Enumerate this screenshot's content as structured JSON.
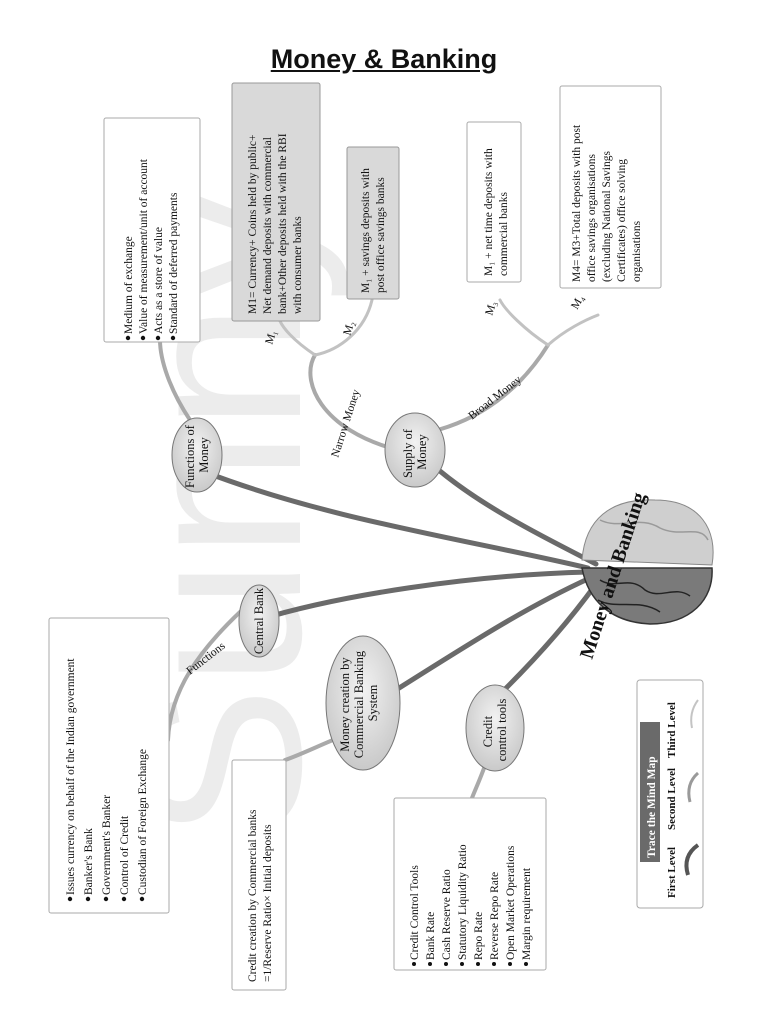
{
  "title": "Money & Banking",
  "center": "Money and Banking",
  "watermark": "Sunny",
  "nodes": {
    "functions_of_money": [
      "Functions of",
      "Money"
    ],
    "supply_of_money": [
      "Supply of",
      "Money"
    ],
    "central_bank": [
      "Central Bank"
    ],
    "money_creation": [
      "Money creation by",
      "Commercial Banking",
      "System"
    ],
    "credit_control": [
      "Credit",
      "control tools"
    ]
  },
  "edges": {
    "narrow_money": "Narrow Money",
    "broad_money": "Broad Money",
    "functions": "Functions",
    "m1": "M₁",
    "m2": "M₂",
    "m3": "M₃",
    "m4": "M₄"
  },
  "boxes": {
    "functions_of_money": [
      "Medium of exchange",
      "Value of measurement/unit of account",
      "Acts as a store of value",
      "Standard of deferred payments"
    ],
    "m1": [
      "M1= Currency+ Coins held by public+",
      "Net demand deposits with commercial",
      "bank+Other deposits held with the RBI",
      "with consumer banks"
    ],
    "m2": [
      "M₁ + savings deposits with",
      "post office savings banks"
    ],
    "m3": [
      "M₁ + net time deposits with",
      "commercial banks"
    ],
    "m4": [
      "M4= M3+Total deposits with post",
      "office savings organisations",
      "(excluding National Savings",
      "Certificates) office solving",
      "organisations"
    ],
    "central_bank": [
      "Issues currency on behalf of the Indian government",
      "Banker's Bank",
      "Government's Banker",
      "Control of Credit",
      "Custodian of Foreign Exchange"
    ],
    "money_creation": [
      "Credit creation by Commercial banks",
      "=1/Reserve Ratio× Initial deposits"
    ],
    "credit_control": [
      "Credit Control Tools",
      "Bank Rate",
      "Cash Reserve Ratio",
      "Statutory Liquidity Ratio",
      "Repo Rate",
      "Reverse Repo Rate",
      "Open Market Operations",
      "Margin requirement"
    ]
  },
  "legend": {
    "title": "Trace the  Mind Map",
    "levels": [
      "First Level",
      "Second Level",
      "Third Level"
    ]
  }
}
